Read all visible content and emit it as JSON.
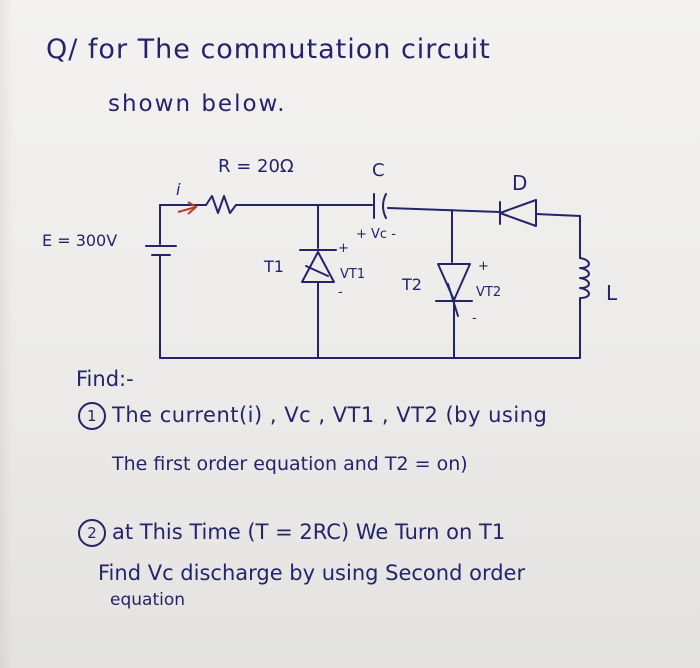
{
  "question": {
    "heading": "Q/ for The commutation circuit",
    "subheading": "shown below."
  },
  "circuit": {
    "source_label": "E = 300V",
    "resistor_label": "R = 20Ω",
    "current_label": "i",
    "capacitor_label": "C",
    "cap_voltage_label": "+ Vc -",
    "thyristor1_label": "T1",
    "vt1_label": "VT1",
    "thyristor2_label": "T2",
    "vt2_label": "VT2",
    "diode_label": "D",
    "inductor_label": "L",
    "plus_sign": "+",
    "minus_sign": "-"
  },
  "find": {
    "title": "Find:-",
    "item1_number": "1",
    "item1_line1": "The current(i) , Vc , VT1 , VT2 (by using",
    "item1_line2": "The first order equation and T2 = on)",
    "item2_number": "2",
    "item2_line1": "at This Time (T = 2RC) We Turn on T1",
    "item2_line2": "Find Vc discharge by using Second order",
    "item2_line3": "equation"
  },
  "colors": {
    "ink": "#23246b",
    "accent_arrow": "#c0392b",
    "paper": "#efeeed"
  }
}
